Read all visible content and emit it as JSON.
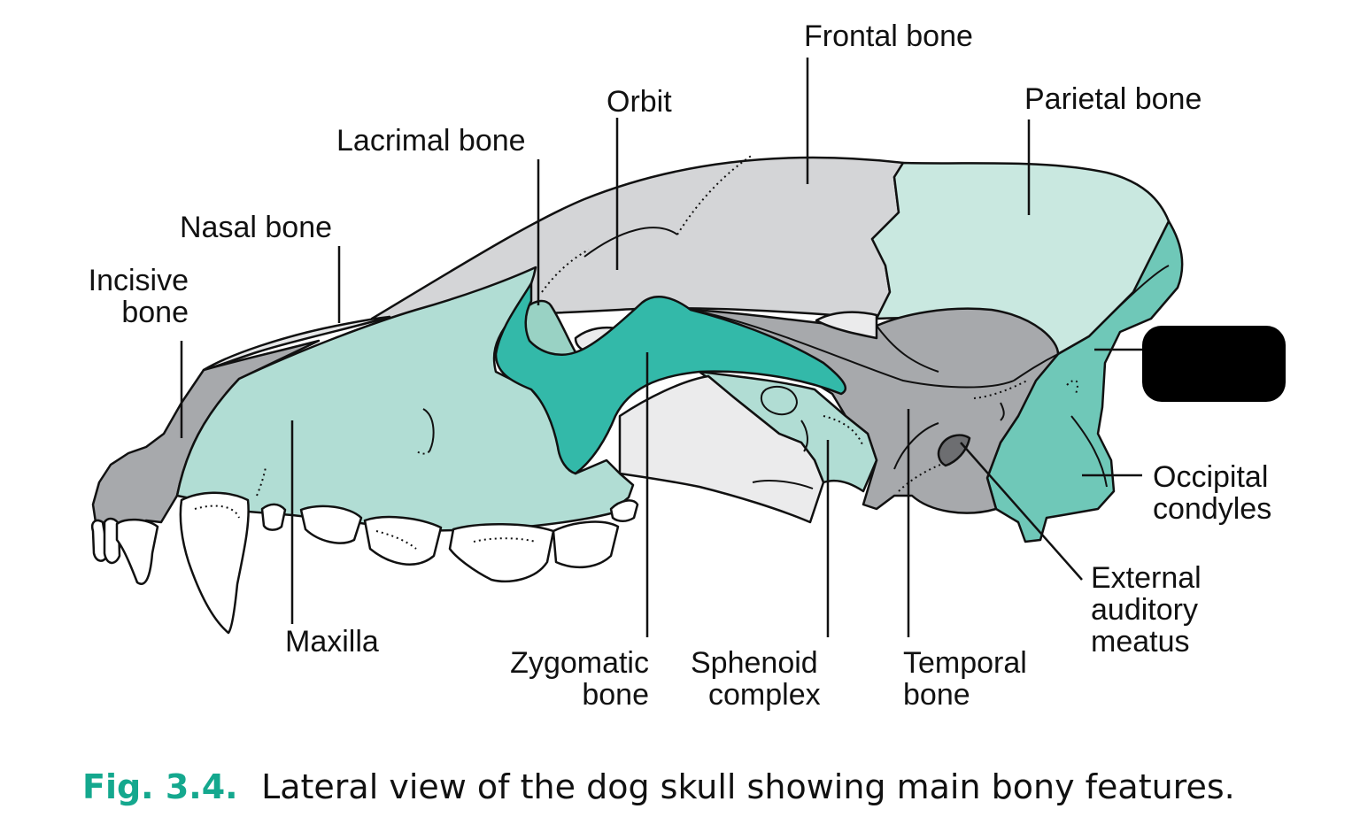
{
  "labels": {
    "frontal": "Frontal bone",
    "parietal": "Parietal bone",
    "orbit": "Orbit",
    "lacrimal": "Lacrimal bone",
    "nasal": "Nasal bone",
    "incisive_1": "Incisive",
    "incisive_2": "bone",
    "maxilla": "Maxilla",
    "zygomatic_1": "Zygomatic",
    "zygomatic_2": "bone",
    "sphenoid_1": "Sphenoid",
    "sphenoid_2": "complex",
    "temporal_1": "Temporal",
    "temporal_2": "bone",
    "occipital_1": "Occipital",
    "occipital_2": "condyles",
    "eam_1": "External",
    "eam_2": "auditory",
    "eam_3": "meatus"
  },
  "caption": {
    "number": "Fig. 3.4.",
    "text": "Lateral view of the dog skull showing main bony features."
  },
  "colors": {
    "frontal": "#d4d5d7",
    "parietal": "#c9e8e0",
    "maxilla": "#b1ddd4",
    "incisive": "#a7a9ac",
    "nasal": "#e6e7e8",
    "zygomatic": "#33b9a9",
    "lacrimal": "#99d2c4",
    "sphenoid": "#b1ddd4",
    "temporal": "#a7a9ac",
    "occipital": "#6fc8b8",
    "orbit_floor": "#ebebec",
    "teeth": "#ffffff",
    "redaction": "#000000",
    "caption_accent": "#14a88e"
  }
}
